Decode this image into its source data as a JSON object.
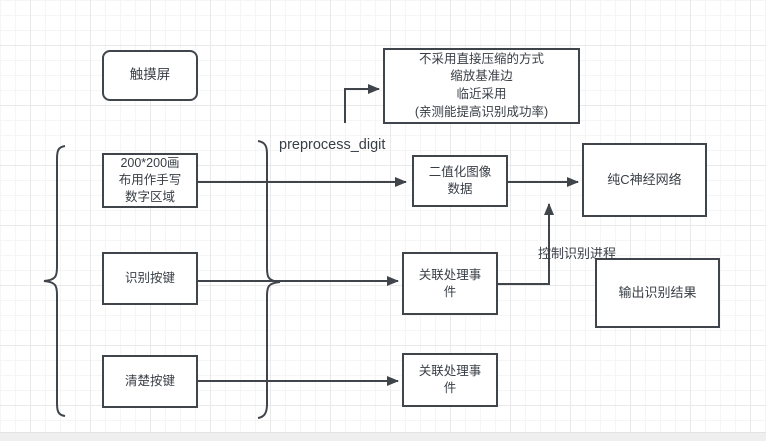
{
  "page": {
    "background": "#ffffff",
    "grid_minor_color": "#f5f5f5",
    "grid_major_color": "#e9e9e9",
    "stroke_color": "#40454b",
    "text_color": "#383e45"
  },
  "nodes": {
    "touch_screen": {
      "label": "触摸屏"
    },
    "scaling_note": {
      "label": "不采用直接压缩的方式\n缩放基准边\n临近采用\n(亲测能提高识别成功率)"
    },
    "canvas_area": {
      "label": "200*200画\n布用作手写\n数字区域"
    },
    "recognize_button": {
      "label": "识别按键"
    },
    "clear_button": {
      "label": "清楚按键"
    },
    "binarized_data": {
      "label": "二值化图像\n数据"
    },
    "event_handler_1": {
      "label": "关联处理事\n件"
    },
    "event_handler_2": {
      "label": "关联处理事\n件"
    },
    "neural_network": {
      "label": "纯C神经网络"
    },
    "output_result": {
      "label": "输出识别结果"
    }
  },
  "labels": {
    "preprocess": "preprocess_digit",
    "control_process": "控制识别进程"
  }
}
